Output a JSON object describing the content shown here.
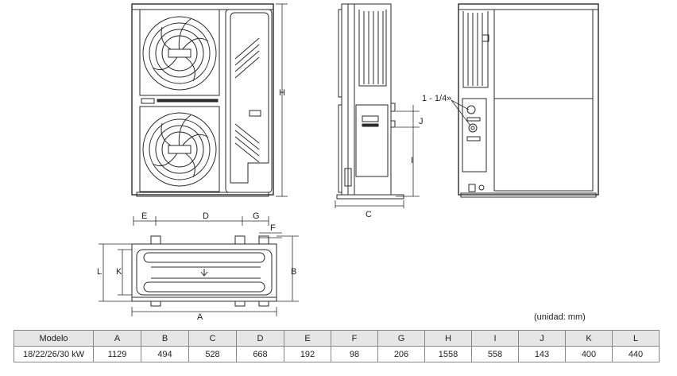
{
  "labels": {
    "front_h": "H",
    "side_c": "C",
    "rear_j": "J",
    "rear_i": "I",
    "rear_pipe": "1 - 1/4»",
    "top_e": "E",
    "top_d": "D",
    "top_g": "G",
    "top_f": "F",
    "top_l": "L",
    "top_k": "K",
    "top_b": "B",
    "top_a": "A"
  },
  "unit_note": "(unidad: mm)",
  "table": {
    "headers": [
      "Modelo",
      "A",
      "B",
      "C",
      "D",
      "E",
      "F",
      "G",
      "H",
      "I",
      "J",
      "K",
      "L"
    ],
    "rows": [
      [
        "18/22/26/30 kW",
        "1129",
        "494",
        "528",
        "668",
        "192",
        "98",
        "206",
        "1558",
        "558",
        "143",
        "400",
        "440"
      ]
    ]
  }
}
